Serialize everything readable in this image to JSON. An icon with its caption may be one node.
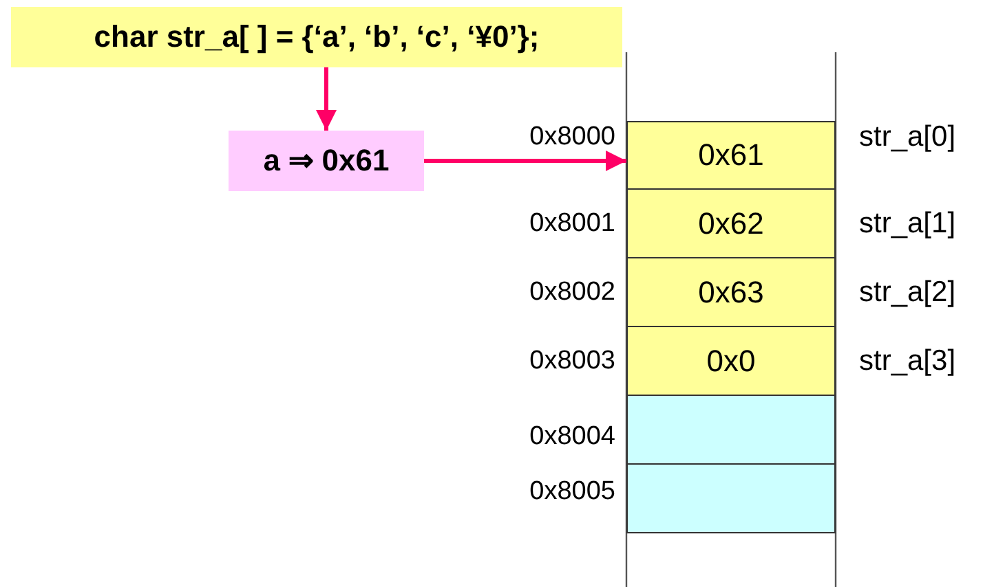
{
  "diagram": {
    "nodes": [
      {
        "text": [
          "char str_a[ ] = {‘a’, ‘b’, ‘c’, ‘¥0’};"
        ]
      },
      {
        "text": [
          "a ⇒ 0x61"
        ]
      },
      {
        "text": [
          "0x61"
        ]
      },
      {
        "text": [
          "0x62"
        ]
      },
      {
        "text": [
          "0x63"
        ]
      },
      {
        "text": [
          "0x0"
        ]
      },
      {
        "text": [],
        "shape": "box"
      },
      {
        "text": [],
        "shape": "box"
      }
    ],
    "edges": [
      {
        "from": 0,
        "to": 1,
        "arrow": "to"
      },
      {
        "from": 1,
        "to": 2,
        "arrow": "to"
      }
    ],
    "labels": [
      "0x8000",
      "str_a[0]",
      "0x8001",
      "str_a[1]",
      "0x8002",
      "str_a[2]",
      "0x8003",
      "str_a[3]",
      "0x8004",
      "0x8005"
    ]
  }
}
